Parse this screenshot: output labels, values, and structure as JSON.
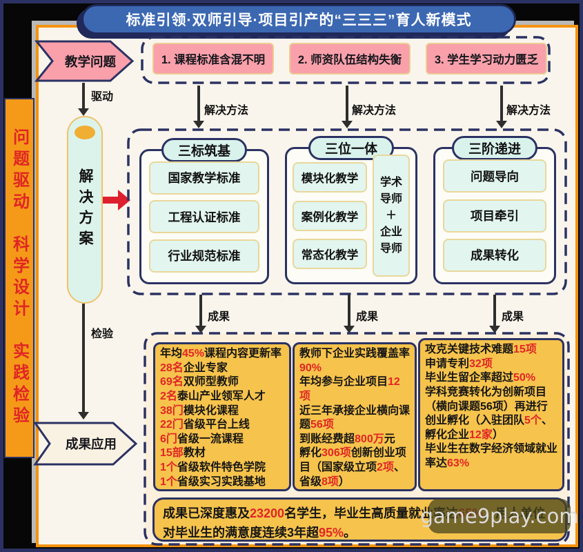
{
  "title": {
    "text": "标准引领·双师引导·项目引产的“三三三”育人新模式"
  },
  "watermark": {
    "text": "game9play.com"
  },
  "sidebar": {
    "text": "问题驱动　科学设计　实践检验"
  },
  "flow": {
    "problem": "教学问题",
    "drive": "驱动",
    "solution": "解决方案",
    "check": "检验",
    "apply": "成果应用"
  },
  "problems": {
    "arrow_label": "解决方法",
    "items": [
      "1. 课程标准含混不明",
      "2. 师资队伍结构失衡",
      "3. 学生学习动力匮乏"
    ]
  },
  "solutions": {
    "arrow_label": "成果",
    "columns": [
      {
        "header": "三标筑基",
        "items": [
          "国家教学标准",
          "工程认证标准",
          "行业规范标准"
        ]
      },
      {
        "header": "三位一体",
        "items": [
          "模块化教学",
          "案例化教学",
          "常态化教学"
        ],
        "side": "学术\n导师\n＋\n企业\n导师"
      },
      {
        "header": "三阶递进",
        "items": [
          "问题导向",
          "项目牵引",
          "成果转化"
        ]
      }
    ]
  },
  "results": {
    "columns": [
      {
        "lines": [
          [
            {
              "t": "年均"
            },
            {
              "t": "45%",
              "hl": 1
            },
            {
              "t": "课程内容更新率"
            }
          ],
          [
            {
              "t": "28名",
              "hl": 1
            },
            {
              "t": "企业专家"
            }
          ],
          [
            {
              "t": "69名",
              "hl": 1
            },
            {
              "t": "双师型教师"
            }
          ],
          [
            {
              "t": "2名",
              "hl": 1
            },
            {
              "t": "泰山产业领军人才"
            }
          ],
          [
            {
              "t": "38门",
              "hl": 1
            },
            {
              "t": "模块化课程"
            }
          ],
          [
            {
              "t": "22门",
              "hl": 1
            },
            {
              "t": "省级平台上线"
            }
          ],
          [
            {
              "t": "6门",
              "hl": 1
            },
            {
              "t": "省级一流课程"
            }
          ],
          [
            {
              "t": "15部",
              "hl": 1
            },
            {
              "t": "教材"
            }
          ],
          [
            {
              "t": "1个",
              "hl": 1
            },
            {
              "t": "省级软件特色学院"
            }
          ],
          [
            {
              "t": "1个",
              "hl": 1
            },
            {
              "t": "省级实习实践基地"
            }
          ]
        ]
      },
      {
        "lines": [
          [
            {
              "t": "教师下企业实践覆盖率"
            },
            {
              "t": "90%",
              "hl": 1
            }
          ],
          [
            {
              "t": "年均参与企业项目"
            },
            {
              "t": "12项",
              "hl": 1
            }
          ],
          [
            {
              "t": "近三年承接企业横向课题"
            },
            {
              "t": "56项",
              "hl": 1
            }
          ],
          [
            {
              "t": "到账经费超"
            },
            {
              "t": "800万",
              "hl": 1
            },
            {
              "t": "元"
            }
          ],
          [
            {
              "t": "孵化"
            },
            {
              "t": "306项",
              "hl": 1
            },
            {
              "t": "创新创业项目（国家级立项"
            },
            {
              "t": "2项",
              "hl": 1
            },
            {
              "t": "、省级"
            },
            {
              "t": "8项",
              "hl": 1
            },
            {
              "t": "）"
            }
          ]
        ]
      },
      {
        "lines": [
          [
            {
              "t": "攻克关键技术难题"
            },
            {
              "t": "15项",
              "hl": 1
            }
          ],
          [
            {
              "t": "申请专利"
            },
            {
              "t": "32项",
              "hl": 1
            }
          ],
          [
            {
              "t": "毕业生留企率超过"
            },
            {
              "t": "50%",
              "hl": 1
            }
          ],
          [
            {
              "t": "学科竞赛转化为创新项目（横向课题56项）再进行创业孵化（入驻团队"
            },
            {
              "t": "5个",
              "hl": 1
            },
            {
              "t": "、孵化企业"
            },
            {
              "t": "12家",
              "hl": 1
            },
            {
              "t": "）"
            }
          ],
          [
            {
              "t": "毕业生在数字经济领域就业率达"
            },
            {
              "t": "63%",
              "hl": 1
            }
          ]
        ]
      }
    ],
    "summary": [
      {
        "t": "成果已深度惠及"
      },
      {
        "t": "23200",
        "hl": 1
      },
      {
        "t": "名学生，毕业生高质量就业率达"
      },
      {
        "t": "65%",
        "hl": 1
      },
      {
        "t": "，用人单位对毕业生的满意度连续3年超"
      },
      {
        "t": "95%",
        "hl": 1
      },
      {
        "t": "。"
      }
    ]
  },
  "colors": {
    "banner_blue": "#3c68b2",
    "navy": "#2b3263",
    "orange_border": "#f5930f",
    "sidebar_orange": "#f59a18",
    "pink": "#f9a0ab",
    "mint": "#e2f5ef",
    "amber": "#f6c34c",
    "peach": "#fcefdc",
    "highlight_red": "#e02525"
  }
}
